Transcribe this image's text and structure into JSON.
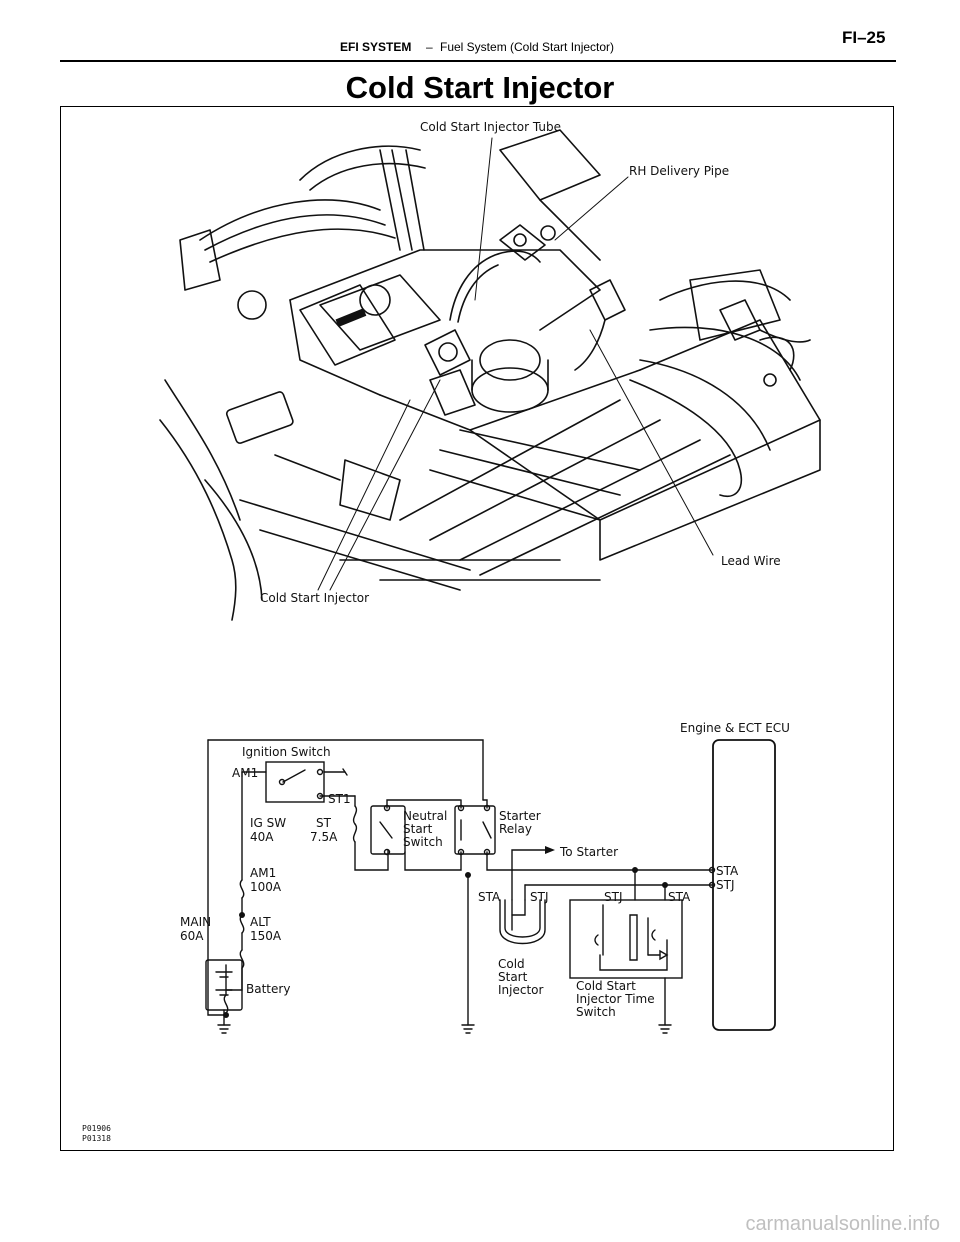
{
  "header": {
    "section": "EFI SYSTEM",
    "dash": "–",
    "subsection": "Fuel System (Cold Start Injector)",
    "page_number": "FI–25"
  },
  "title": "Cold Start Injector",
  "engine_figure": {
    "labels": {
      "tube": "Cold Start Injector Tube",
      "delivery_pipe": "RH Delivery Pipe",
      "lead_wire": "Lead Wire",
      "injector": "Cold Start Injector"
    }
  },
  "wiring_diagram": {
    "ecu": "Engine & ECT ECU",
    "ignition_switch": "Ignition Switch",
    "am1": "AM1",
    "st1": "ST1",
    "ig_sw": "IG SW",
    "ig_sw_amp": "40A",
    "st_fuse": "ST",
    "st_fuse_amp": "7.5A",
    "am1_fuse": "AM1",
    "am1_fuse_amp": "100A",
    "main_fuse": "MAIN",
    "main_fuse_amp": "60A",
    "alt_fuse": "ALT",
    "alt_fuse_amp": "150A",
    "battery": "Battery",
    "neutral_switch": "Neutral\nStart\nSwitch",
    "starter_relay": "Starter\nRelay",
    "to_starter": "To Starter",
    "sta": "STA",
    "stj": "STJ",
    "injector_label": "Cold\nStart\nInjector",
    "time_switch_label": "Cold Start\nInjector Time\nSwitch",
    "ecu_sta": "STA",
    "ecu_stj": "STJ"
  },
  "figure_codes": [
    "P01906",
    "P01318"
  ],
  "watermark": "carmanualsonline.info"
}
